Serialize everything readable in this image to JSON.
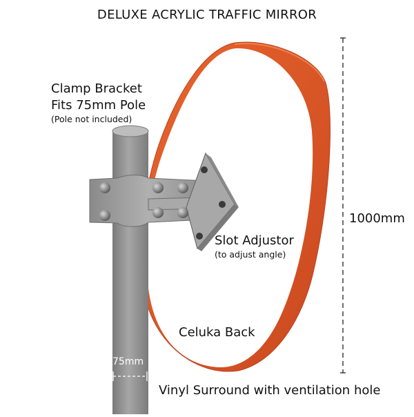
{
  "title": "DELUXE ACRYLIC TRAFFIC MIRROR",
  "labels": {
    "clamp_line1": "Clamp Bracket",
    "clamp_line2": "Fits 75mm Pole",
    "clamp_note": "(Pole not included)",
    "slot": "Slot Adjustor",
    "slot_note": "(to adjust angle)",
    "back": "Celuka Back",
    "height": "1000mm",
    "pole_width": "75mm",
    "surround": "Vinyl Surround with ventilation hole"
  },
  "colors": {
    "mirror_orange": "#e8542a",
    "mirror_dark": "#c2461f",
    "pole_grey": "#8f8f8f",
    "bracket_grey": "#9a9a9a",
    "dimension_line": "#222222"
  }
}
